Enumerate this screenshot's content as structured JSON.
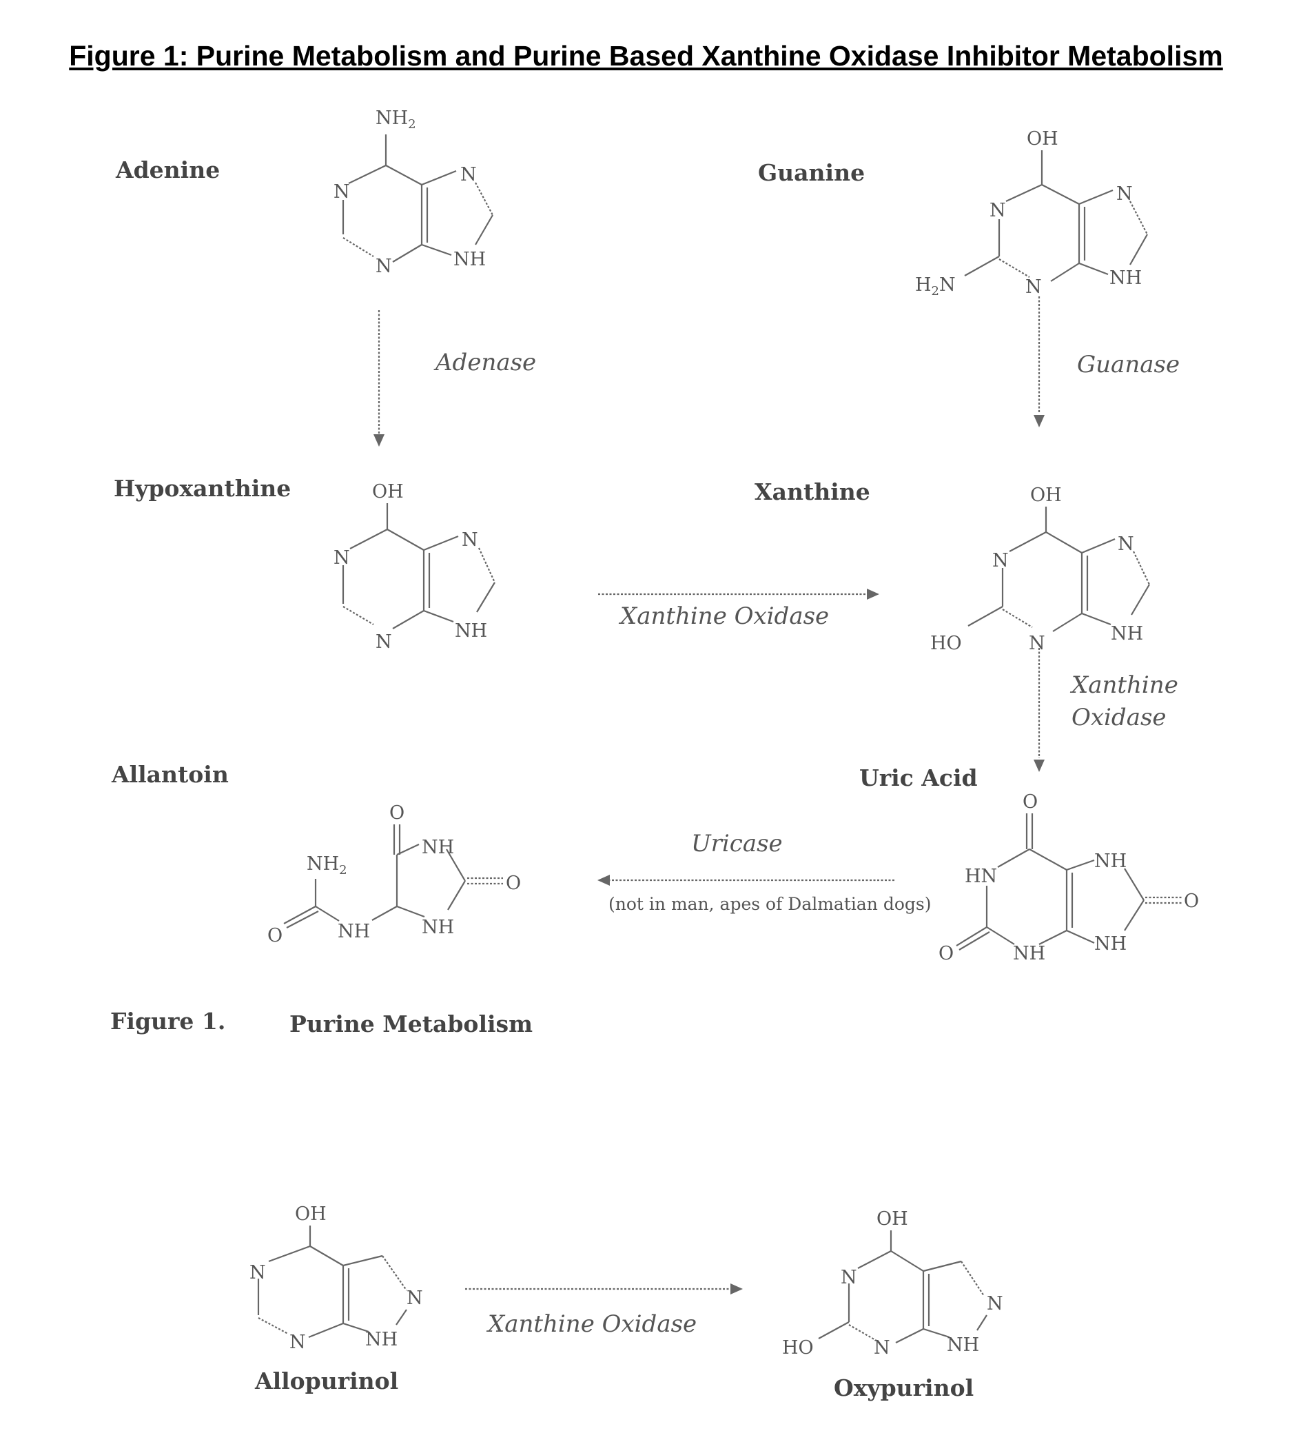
{
  "title": "Figure 1: Purine Metabolism and Purine Based Xanthine Oxidase Inhibitor Metabolism",
  "compounds": {
    "adenine": "Adenine",
    "guanine": "Guanine",
    "hypoxanthine": "Hypoxanthine",
    "xanthine": "Xanthine",
    "allantoin": "Allantoin",
    "uric_acid": "Uric Acid",
    "allopurinol": "Allopurinol",
    "oxypurinol": "Oxypurinol"
  },
  "enzymes": {
    "adenase": "Adenase",
    "guanase": "Guanase",
    "xo_horizontal": "Xanthine Oxidase",
    "xo_vertical_line1": "Xanthine",
    "xo_vertical_line2": "Oxidase",
    "uricase": "Uricase",
    "uricase_note": "(not in man, apes of Dalmatian dogs)",
    "xo_bottom": "Xanthine Oxidase"
  },
  "caption": {
    "label": "Figure 1.",
    "text": "Purine Metabolism"
  },
  "atoms": {
    "N": "N",
    "NH": "NH",
    "HN": "HN",
    "OH": "OH",
    "HO": "HO",
    "O": "O",
    "NH2": "NH",
    "H2N": "N",
    "H2": "H",
    "two": "2"
  }
}
